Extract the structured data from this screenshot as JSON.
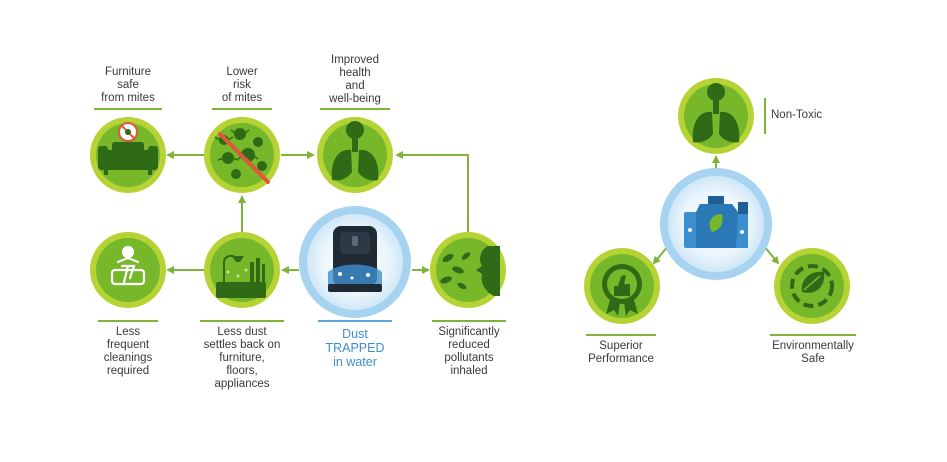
{
  "left_diagram": {
    "top_labels": {
      "furniture": "Furniture\nsafe\nfrom mites",
      "mites": "Lower\nrisk\nof mites",
      "health": "Improved\nhealth\nand\nwell-being"
    },
    "bottom_labels": {
      "cleanings": "Less\nfrequent\ncleanings\nrequired",
      "dust": "Less dust\nsettles back on\nfurniture,\nfloors,\nappliances",
      "trapped": "Dust\nTRAPPED\nin water",
      "pollutants": "Significantly\nreduced\npollutants\ninhaled"
    }
  },
  "right_diagram": {
    "non_toxic": "Non-Toxic",
    "superior": "Superior\nPerformance",
    "environment": "Environmentally\nSafe"
  },
  "colors": {
    "green_dark": "#3f7d1c",
    "green_mid": "#76b82a",
    "green_light": "#b5d334",
    "green_ring": "#c9e08a",
    "blue_ring": "#a6d3f0",
    "blue_text": "#3c8fcf",
    "arrow": "#7fb43a"
  }
}
